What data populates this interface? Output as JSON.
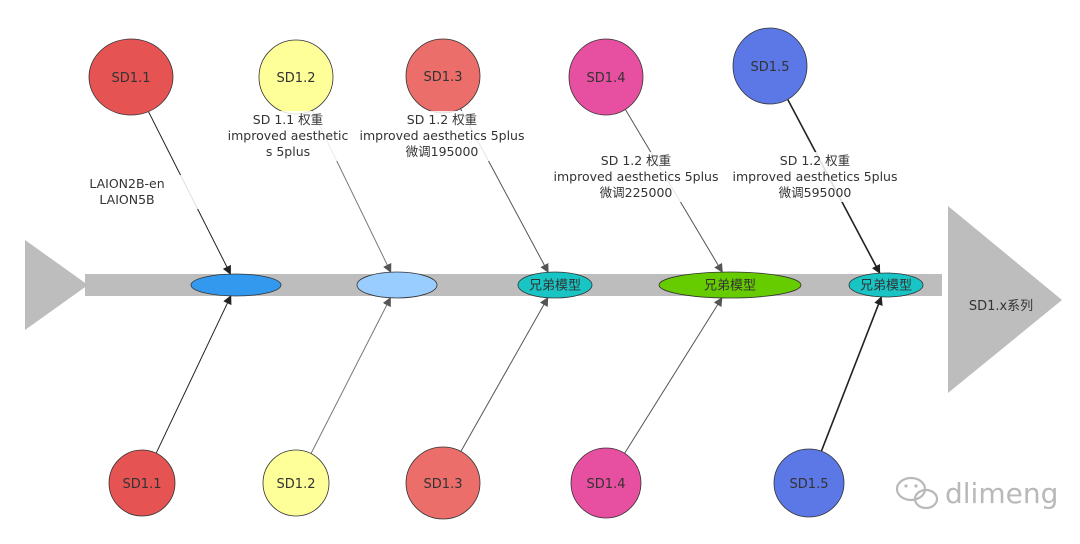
{
  "diagram": {
    "spine_label": "SD1.x系列",
    "top_nodes": [
      {
        "label": "SD1.1",
        "color": "#E55353"
      },
      {
        "label": "SD1.2",
        "color": "#FFFF99"
      },
      {
        "label": "SD1.3",
        "color": "#EC6E6A"
      },
      {
        "label": "SD1.4",
        "color": "#E74FA1"
      },
      {
        "label": "SD1.5",
        "color": "#5B78E6"
      }
    ],
    "bottom_nodes": [
      {
        "label": "SD1.1",
        "color": "#E55353"
      },
      {
        "label": "SD1.2",
        "color": "#FFFF99"
      },
      {
        "label": "SD1.3",
        "color": "#EC6E6A"
      },
      {
        "label": "SD1.4",
        "color": "#E74FA1"
      },
      {
        "label": "SD1.5",
        "color": "#5B78E6"
      }
    ],
    "hubs": [
      {
        "label": "",
        "color": "#3399EE"
      },
      {
        "label": "",
        "color": "#99CCFF"
      },
      {
        "label": "兄弟模型",
        "color": "#19C4C4"
      },
      {
        "label": "兄弟模型",
        "color": "#66CC00"
      },
      {
        "label": "兄弟模型",
        "color": "#19C4C4"
      }
    ],
    "annotations": [
      {
        "lines": [
          "LAION2B-en",
          "LAION5B"
        ]
      },
      {
        "lines": [
          "SD 1.1 权重",
          "improved aesthetic",
          "s 5plus"
        ]
      },
      {
        "lines": [
          "SD 1.2 权重",
          "improved aesthetics 5plus",
          "微调195000"
        ]
      },
      {
        "lines": [
          "SD 1.2 权重",
          "improved aesthetics 5plus",
          "微调225000"
        ]
      },
      {
        "lines": [
          "SD 1.2 权重",
          "improved aesthetics 5plus",
          "微调595000"
        ]
      }
    ]
  },
  "watermark": {
    "text": "dlimeng",
    "icon": "wechat-icon"
  }
}
